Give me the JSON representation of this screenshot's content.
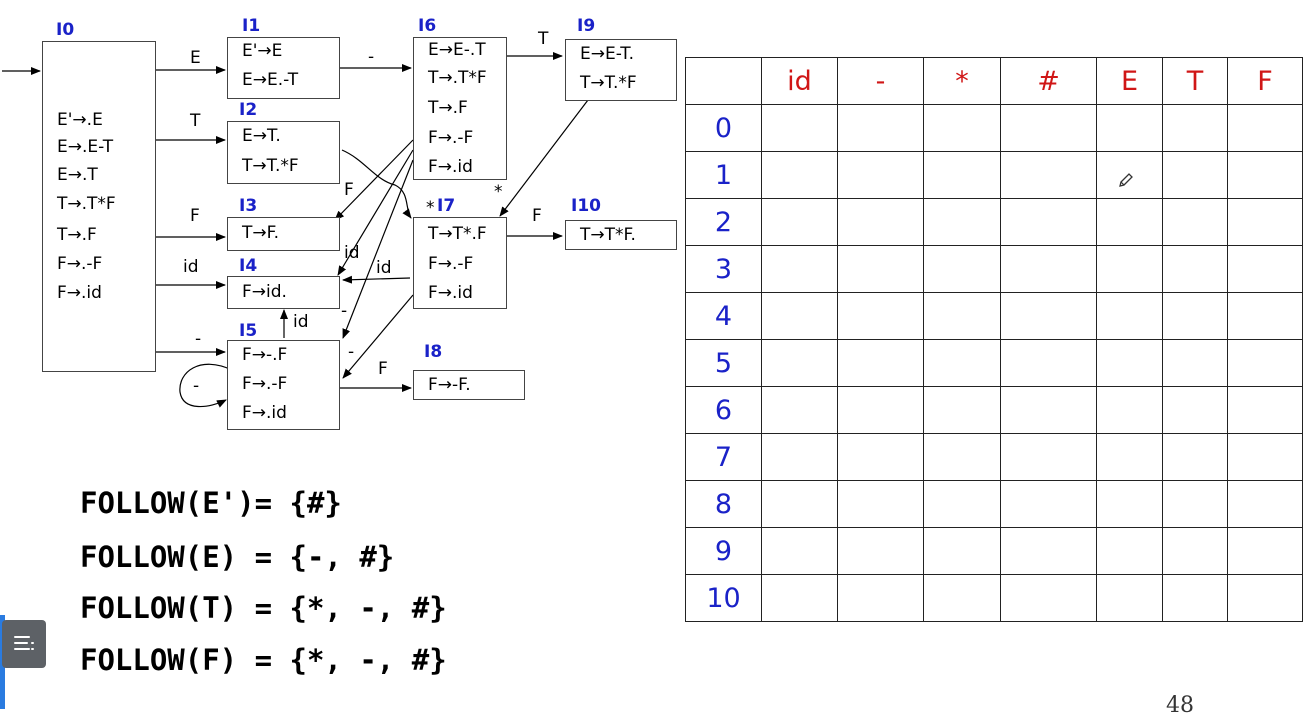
{
  "states": {
    "i0": {
      "label": "I0",
      "items": [
        "E'→.E",
        "E→.E-T",
        "E→.T",
        "T→.T*F",
        "T→.F",
        "F→.-F",
        "F→.id"
      ]
    },
    "i1": {
      "label": "I1",
      "items": [
        "E'→E",
        "E→E.-T"
      ]
    },
    "i2": {
      "label": "I2",
      "items": [
        "E→T.",
        "T→T.*F"
      ]
    },
    "i3": {
      "label": "I3",
      "items": [
        "T→F."
      ]
    },
    "i4": {
      "label": "I4",
      "items": [
        "F→id."
      ]
    },
    "i5": {
      "label": "I5",
      "items": [
        "F→-.F",
        "F→.-F",
        "F→.id"
      ]
    },
    "i6": {
      "label": "I6",
      "items": [
        "E→E-.T",
        "T→.T*F",
        "T→.F",
        "F→.-F",
        "F→.id"
      ]
    },
    "i7": {
      "label": "I7",
      "items": [
        "T→T*.F",
        "F→.-F",
        "F→.id"
      ]
    },
    "i8": {
      "label": "I8",
      "items": [
        "F→-F."
      ]
    },
    "i9": {
      "label": "I9",
      "items": [
        "E→E-T.",
        "T→T.*F"
      ]
    },
    "i10": {
      "label": "I10",
      "items": [
        "T→T*F."
      ]
    }
  },
  "edge_labels": {
    "e": "E",
    "t": "T",
    "f": "F",
    "id": "id",
    "minus": "-",
    "i1_i6": "-",
    "i6_i9": "T",
    "i9_i7": "*",
    "i2_i7": "*",
    "i7_i10": "F",
    "i5_i8": "F",
    "i6_i3": "F",
    "i6_i4": "id",
    "i7_i4": "id",
    "i5_i4": "id",
    "i6_i5": "-",
    "i7_i5": "-",
    "i5_i5": "-"
  },
  "follow": [
    "FOLLOW(E')= {#}",
    "FOLLOW(E) = {-, #}",
    "FOLLOW(T) = {*, -, #}",
    "FOLLOW(F) = {*, -, #}"
  ],
  "table": {
    "headers": [
      "id",
      "-",
      "*",
      "#",
      "E",
      "T",
      "F"
    ],
    "rows": [
      "0",
      "1",
      "2",
      "3",
      "4",
      "5",
      "6",
      "7",
      "8",
      "9",
      "10"
    ]
  },
  "page_number": "48",
  "colors": {
    "state_label": "#1a22c8",
    "table_header": "#d01616",
    "row_label": "#1a22c8"
  },
  "icons": {
    "menu": "menu-icon",
    "pencil": "pencil-icon"
  }
}
